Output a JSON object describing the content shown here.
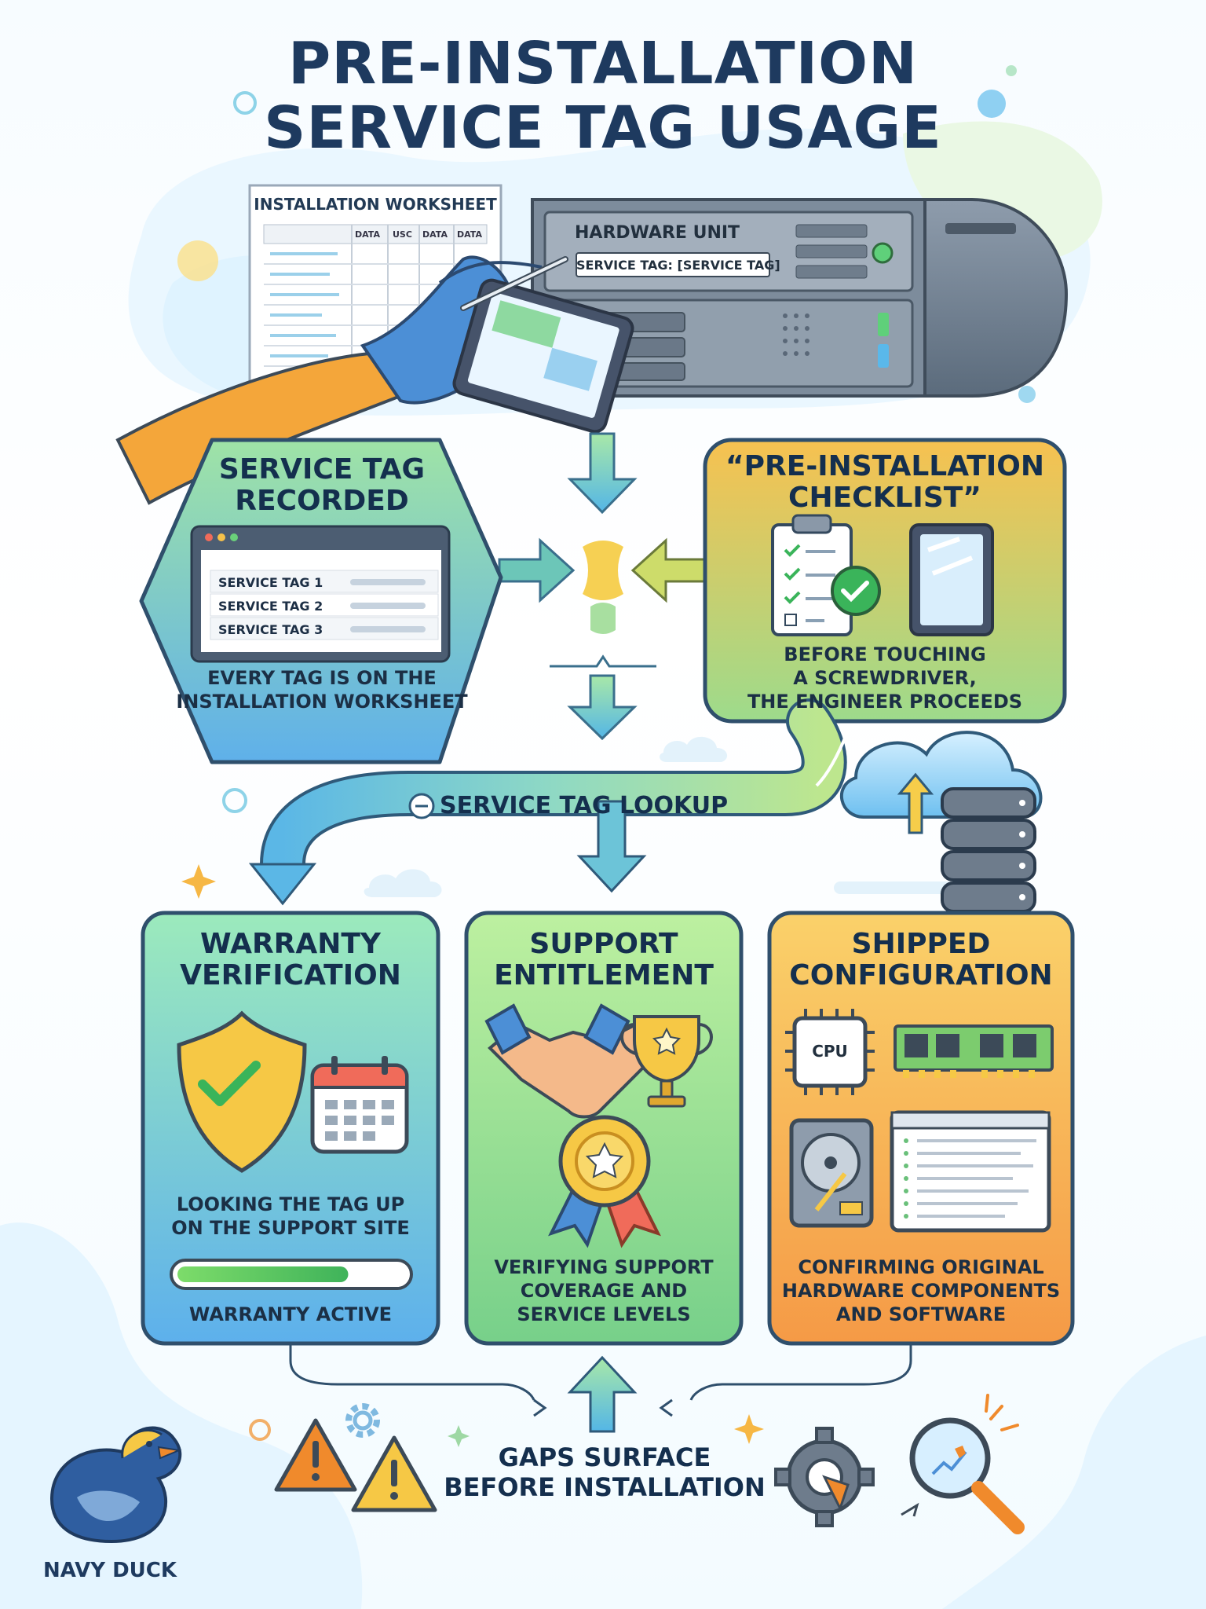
{
  "title": {
    "line1": "PRE-INSTALLATION",
    "line2": "SERVICE TAG USAGE"
  },
  "worksheet": {
    "title": "INSTALLATION WORKSHEET",
    "columns": [
      "DATA",
      "USC",
      "DATA",
      "DATA"
    ]
  },
  "hardware_unit": {
    "label": "HARDWARE UNIT",
    "service_tag": "SERVICE TAG: [SERVICE TAG]"
  },
  "recorded": {
    "title_line1": "SERVICE TAG",
    "title_line2": "RECORDED",
    "rows": [
      "SERVICE TAG 1",
      "SERVICE TAG 2",
      "SERVICE TAG 3"
    ],
    "caption_line1": "EVERY TAG IS ON THE",
    "caption_line2": "INSTALLATION WORKSHEET"
  },
  "checklist": {
    "title_line1": "“PRE-INSTALLATION",
    "title_line2": "CHECKLIST”",
    "caption_line1": "BEFORE TOUCHING",
    "caption_line2": "A SCREWDRIVER,",
    "caption_line3": "THE ENGINEER PROCEEDS"
  },
  "lookup": {
    "label": "SERVICE TAG LOOKUP"
  },
  "warranty": {
    "title_line1": "WARRANTY",
    "title_line2": "VERIFICATION",
    "caption_line1": "LOOKING THE TAG UP",
    "caption_line2": "ON THE SUPPORT SITE",
    "status": "WARRANTY ACTIVE",
    "progress": 0.75
  },
  "support": {
    "title_line1": "SUPPORT",
    "title_line2": "ENTITLEMENT",
    "caption_line1": "VERIFYING SUPPORT",
    "caption_line2": "COVERAGE AND",
    "caption_line3": "SERVICE LEVELS"
  },
  "shipped": {
    "title_line1": "SHIPPED",
    "title_line2": "CONFIGURATION",
    "cpu_label": "CPU",
    "caption_line1": "CONFIRMING ORIGINAL",
    "caption_line2": "HARDWARE COMPONENTS",
    "caption_line3": "AND SOFTWARE"
  },
  "gaps": {
    "line1": "GAPS SURFACE",
    "line2": "BEFORE INSTALLATION"
  },
  "brand": {
    "name": "NAVY DUCK"
  },
  "colors": {
    "navy": "#1e3a5f",
    "green_box": "#8ad79a",
    "blue_box": "#5fb4e8",
    "orange_box": "#f5a448",
    "yellow": "#f6cd4a",
    "warning": "#f08a2c",
    "outline": "#3c5770"
  }
}
